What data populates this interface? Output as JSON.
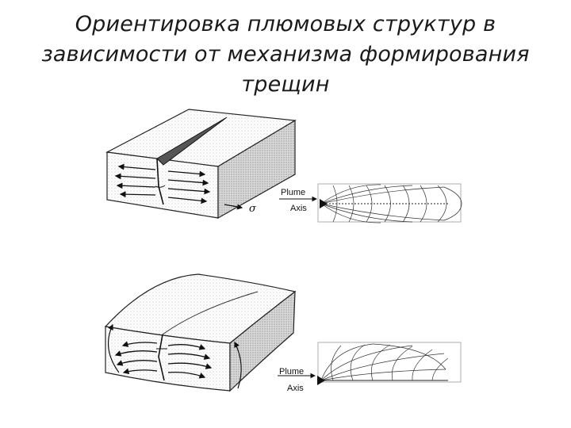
{
  "title": {
    "line1": "Ориентировка плюмовых структур в",
    "line2": "зависимости от механизма формирования",
    "line3": "трещин"
  },
  "diagrams": [
    {
      "plume_label": "Plume",
      "axis_label": "Axis",
      "stress_symbol": "σ"
    },
    {
      "plume_label": "Plume",
      "axis_label": "Axis"
    }
  ]
}
